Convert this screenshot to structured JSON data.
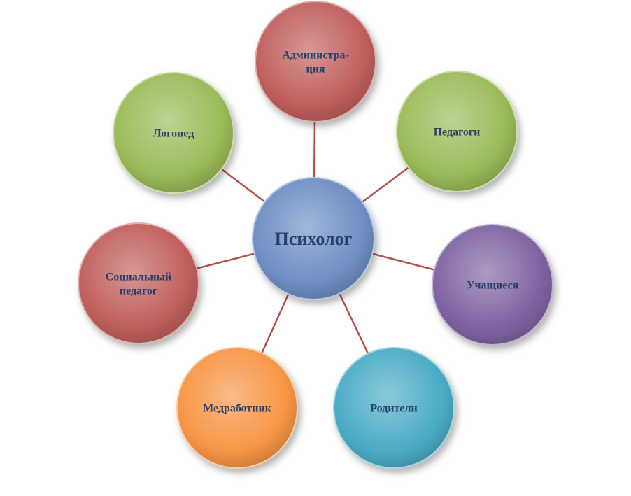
{
  "center": {
    "label_lines": [
      "Психолог"
    ],
    "color": "#6f8fc4"
  },
  "nodes": [
    {
      "id": "administration",
      "label_lines": [
        "Администра-",
        "ция"
      ],
      "color": "#c0605e"
    },
    {
      "id": "teachers",
      "label_lines": [
        "Педагоги"
      ],
      "color": "#9bbb59"
    },
    {
      "id": "students",
      "label_lines": [
        "Учащиеся"
      ],
      "color": "#8064a2"
    },
    {
      "id": "parents",
      "label_lines": [
        "Родители"
      ],
      "color": "#4bacc6"
    },
    {
      "id": "medic",
      "label_lines": [
        "Медработник"
      ],
      "color": "#f79646"
    },
    {
      "id": "social-teacher",
      "label_lines": [
        "Социальный",
        "педагог"
      ],
      "color": "#c0605e"
    },
    {
      "id": "speech-therapist",
      "label_lines": [
        "Логопед"
      ],
      "color": "#9bbb59"
    }
  ],
  "connector_color": "#b5504c",
  "text_color": "#2a3f6a"
}
